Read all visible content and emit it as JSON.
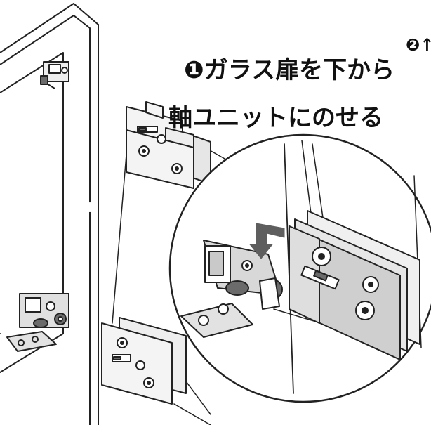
{
  "diagram": {
    "step1_line1": "❶ガラス扉を下から",
    "step1_line2": "軸ユニットにのせる",
    "step2_partial": "❷↑",
    "colors": {
      "line": "#222222",
      "metal_light": "#e2e2e2",
      "metal_mid": "#c9c9c9",
      "metal_dark": "#6b6b6b",
      "arrow": "#5e5e5e",
      "text": "#111111"
    },
    "icons": [
      "cabinet-frame",
      "glass-door",
      "hinge-clamp",
      "pivot-unit",
      "magnifier-circle",
      "insert-arrow"
    ]
  }
}
